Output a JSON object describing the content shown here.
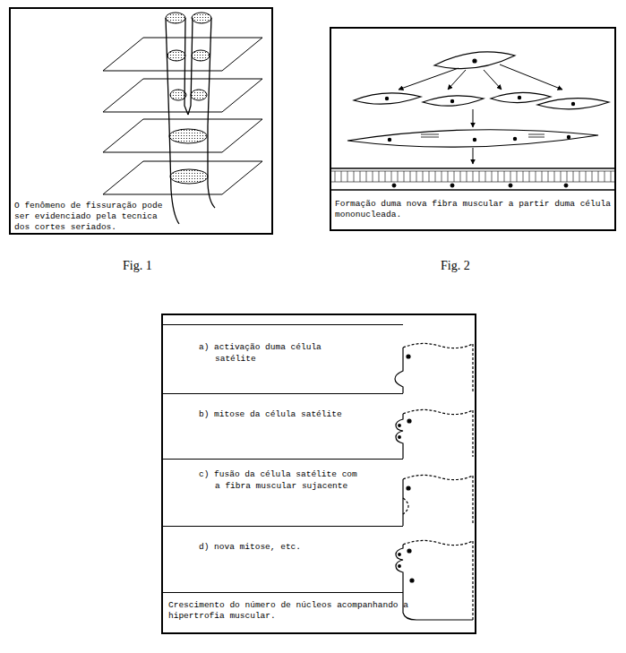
{
  "diagram": {
    "nodes": [
      {
        "text": [
          "O fenômeno de fissuração pode ser evidenciado pela tecnica dos cortes seriados."
        ]
      },
      {
        "text": [
          "Formação duma nova fibra muscular a partir duma célula mononucleada."
        ]
      },
      {
        "text": [
          "Crescimento do número de núcleos acompanhando a hipertrofia muscular."
        ]
      },
      {
        "text": [
          "a) activação duma célula satélite"
        ],
        "in": 2
      },
      {
        "text": [
          "b) mitose da célula satélite"
        ],
        "in": 2
      },
      {
        "text": [
          "c) fusão da célula satélite com a fibra muscular sujacente"
        ],
        "in": 2
      },
      {
        "text": [
          "d) nova mitose, etc."
        ],
        "in": 2
      }
    ],
    "labels": [
      "Fig. 1",
      "Fig. 2"
    ]
  }
}
